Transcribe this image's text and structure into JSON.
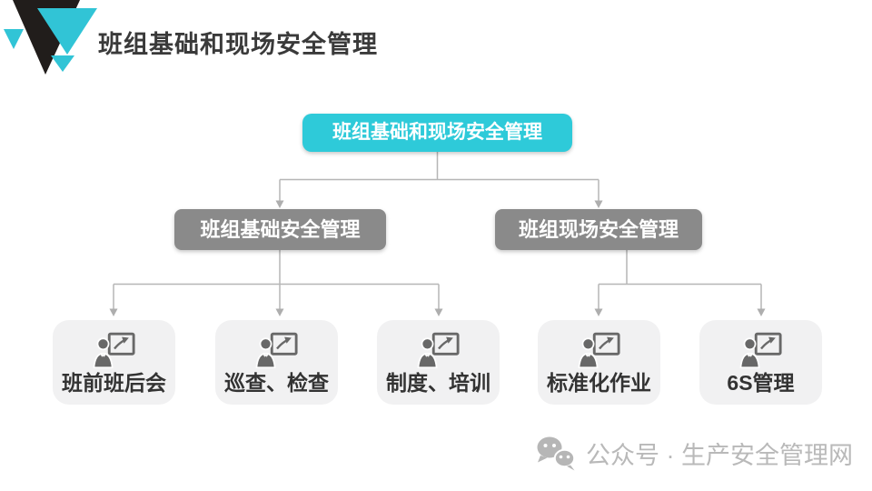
{
  "slide": {
    "title": "班组基础和现场安全管理"
  },
  "colors": {
    "accent_cyan": "#2ecad9",
    "branch_gray": "#8a8a8a",
    "leaf_background": "#f1f1f2",
    "connector_gray": "#b6b6b6",
    "title_text": "#3a3a3a",
    "leaf_text": "#333333",
    "watermark_text": "#b9b9b9",
    "logo_dark": "#211d1b",
    "logo_cyan": "#31c4d6"
  },
  "org_chart": {
    "root": {
      "label": "班组基础和现场安全管理"
    },
    "branches": [
      {
        "label": "班组基础安全管理"
      },
      {
        "label": "班组现场安全管理"
      }
    ],
    "leaves": [
      {
        "label": "班前班后会",
        "branch": 0,
        "icon": "presenter-board-icon"
      },
      {
        "label": "巡查、检查",
        "branch": 0,
        "icon": "presenter-board-icon"
      },
      {
        "label": "制度、培训",
        "branch": 0,
        "icon": "presenter-board-icon"
      },
      {
        "label": "标准化作业",
        "branch": 1,
        "icon": "presenter-board-icon"
      },
      {
        "label": "6S管理",
        "branch": 1,
        "icon": "presenter-board-icon"
      }
    ]
  },
  "footer": {
    "icon": "wechat-icon",
    "watermark": "公众号 · 生产安全管理网"
  }
}
